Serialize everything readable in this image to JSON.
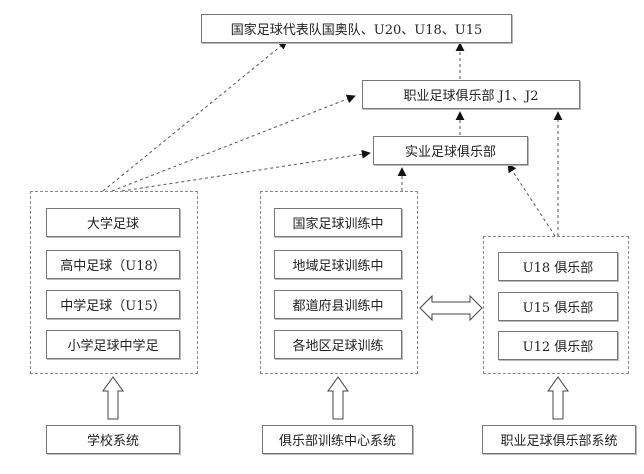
{
  "top_levels": {
    "national": "国家足球代表队国奥队、U20、U18、U15",
    "pro_league": "职业足球俱乐部 J1、J2",
    "industrial": "实业足球俱乐部"
  },
  "school": {
    "items": [
      "大学足球",
      "高中足球（U18）",
      "中学足球（U15）",
      "小学足球中学足"
    ],
    "system_label": "学校系统"
  },
  "training": {
    "items": [
      "国家足球训练中",
      "地域足球训练中",
      "都道府县训练中",
      "各地区足球训练"
    ],
    "system_label": "俱乐部训练中心系统"
  },
  "pro_club": {
    "items": [
      "U18 俱乐部",
      "U15 俱乐部",
      "U12 俱乐部"
    ],
    "system_label": "职业足球俱乐部系统"
  }
}
